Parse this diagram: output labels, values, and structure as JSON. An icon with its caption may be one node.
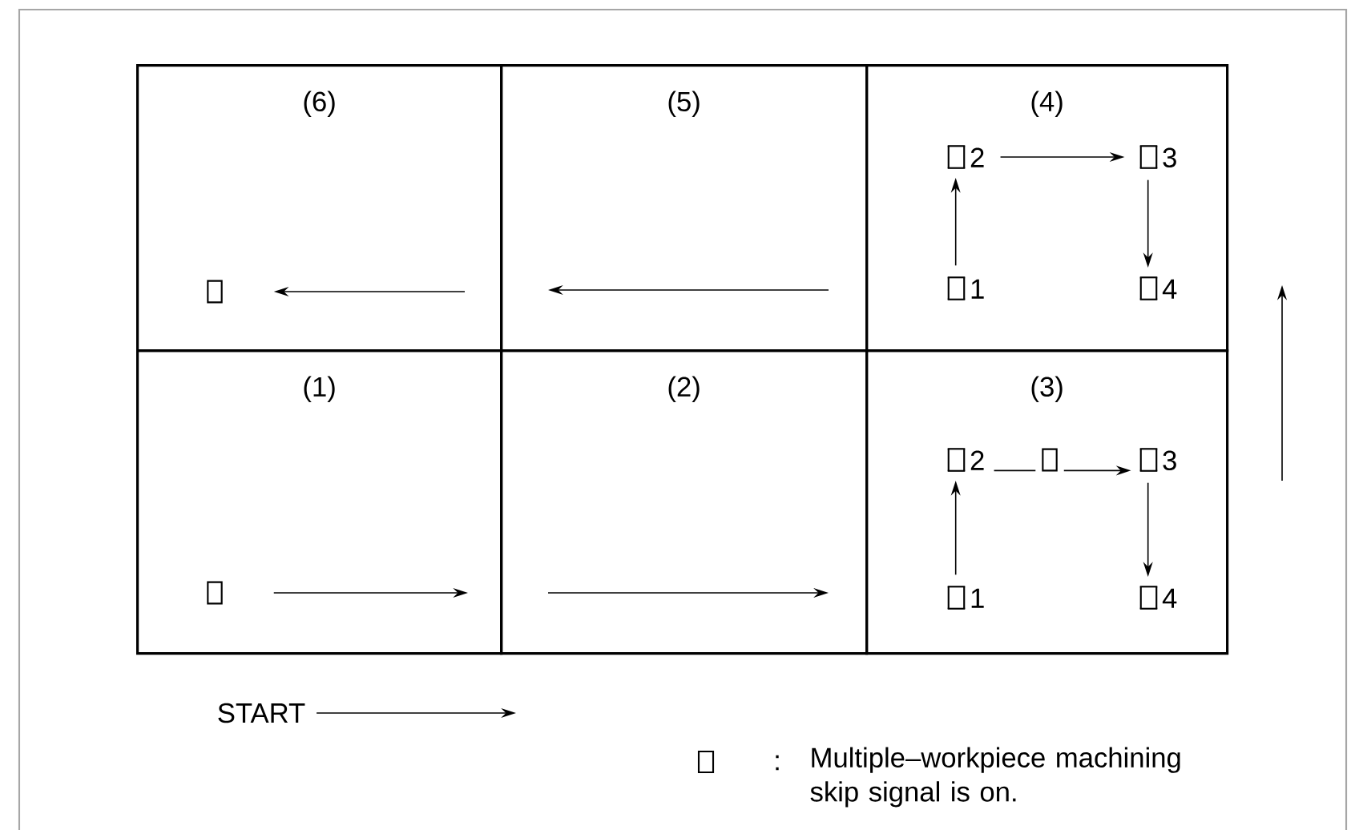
{
  "diagram": {
    "nodes": [
      {
        "text": [
          "(6)"
        ]
      },
      {
        "text": [],
        "shape": "box",
        "in": 0
      },
      {
        "text": [
          "(5)"
        ]
      },
      {
        "text": [
          "(4)"
        ]
      },
      {
        "text": [
          "2"
        ],
        "in": 3
      },
      {
        "text": [
          "3"
        ],
        "in": 3
      },
      {
        "text": [
          "1"
        ],
        "in": 3
      },
      {
        "text": [
          "4"
        ],
        "in": 3
      },
      {
        "text": [
          "(1)"
        ]
      },
      {
        "text": [],
        "shape": "box",
        "in": 8
      },
      {
        "text": [
          "(2)"
        ]
      },
      {
        "text": [
          "(3)"
        ]
      },
      {
        "text": [
          "2"
        ],
        "in": 11
      },
      {
        "text": [],
        "shape": "box",
        "in": 11
      },
      {
        "text": [
          "3"
        ],
        "in": 11
      },
      {
        "text": [
          "1"
        ],
        "in": 11
      },
      {
        "text": [
          "4"
        ],
        "in": 11
      },
      {
        "text": [
          "START"
        ]
      }
    ],
    "edges": [
      {
        "from": null,
        "to": 1,
        "arrow": "to"
      },
      {
        "from": 9,
        "to": null,
        "arrow": "to"
      },
      {
        "from": 6,
        "to": 4,
        "arrow": "to"
      },
      {
        "from": 4,
        "to": 5,
        "arrow": "to"
      },
      {
        "from": 5,
        "to": 7,
        "arrow": "to"
      },
      {
        "from": 15,
        "to": 12,
        "arrow": "to"
      },
      {
        "from": 12,
        "to": 13,
        "arrow": "none"
      },
      {
        "from": 13,
        "to": 14,
        "arrow": "to"
      },
      {
        "from": 14,
        "to": 16,
        "arrow": "to"
      },
      {
        "from": 17,
        "to": null,
        "arrow": "to"
      }
    ],
    "labels": [
      ":"
    ],
    "legend": [
      {
        "text": "Multiple–workpiece machining skip signal is on."
      }
    ]
  }
}
